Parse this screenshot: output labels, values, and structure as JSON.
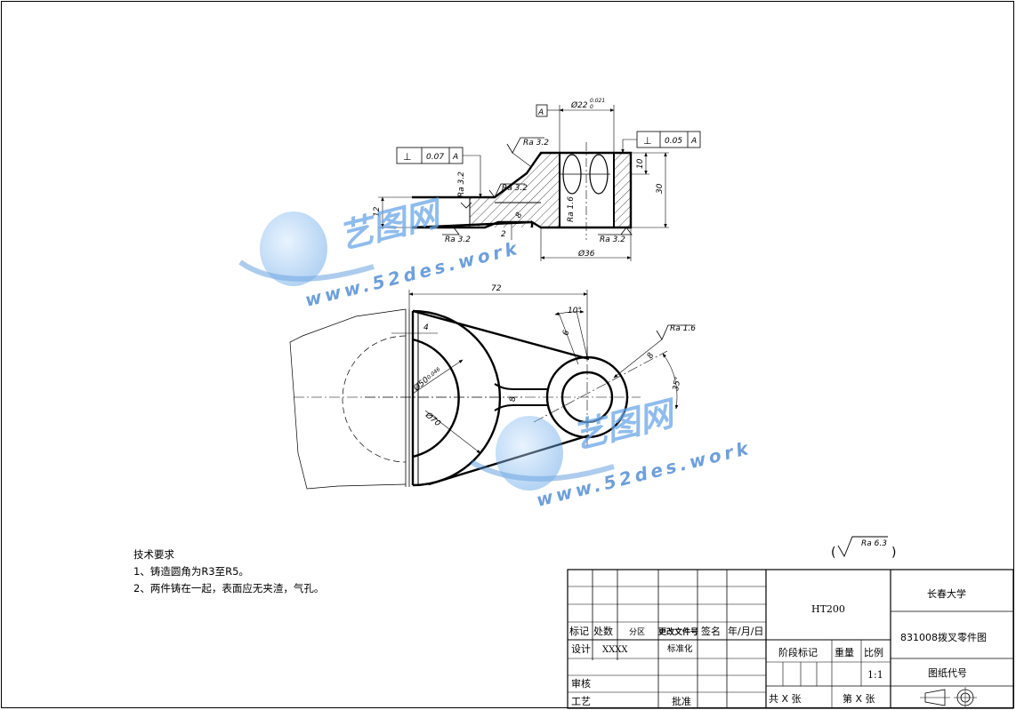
{
  "technical_notes": {
    "heading": "技术要求",
    "items": [
      "1、铸造圆角为R3至R5。",
      "2、两件铸在一起，表面应无夹渣，气孔。"
    ]
  },
  "default_roughness": "Ra 6.3",
  "annotations": {
    "datum_A": "A",
    "bore_dim": "Ø22",
    "bore_tol": "0.021",
    "bore_tol_low": "0",
    "perp_left_sym": "⊥",
    "perp_left_tol": "0.07",
    "perp_left_ref": "A",
    "perp_right_sym": "⊥",
    "perp_right_tol": "0.05",
    "perp_right_ref": "A",
    "ra_top": "Ra 3.2",
    "ra_vert": "Ra 3.2",
    "ra_mid": "Ra 3.2",
    "ra_bore": "Ra 1.6",
    "ra_bottom_left": "Ra 3.2",
    "ra_bottom_right": "Ra 3.2",
    "ra_plan": "Ra 1.6",
    "dim_10": "10",
    "dim_30": "30",
    "dim_12": "12",
    "dim_2": "2",
    "dim_8_sec": "8",
    "dim_36": "Ø36",
    "dim_72": "72",
    "dim_4": "4",
    "dim_10deg": "10°",
    "dim_6": "6",
    "dim_8": "8",
    "dim_35deg": "35°",
    "dim_50": "Ø50",
    "dim_50_tol": "0.046",
    "dim_70": "Ø70",
    "dim_8b": "8"
  },
  "title_block": {
    "material": "HT200",
    "school": "长春大学",
    "part_name": "831008拨叉零件图",
    "drawing_code_label": "图纸代号",
    "stage_label": "阶段标记",
    "weight_label": "重量",
    "scale_label": "比例",
    "scale_value": "1:1",
    "sheets_total": "共 X 张",
    "sheet_no": "第 X 张",
    "rev_headers": [
      "标记",
      "处数",
      "分区",
      "更改文件号",
      "签名",
      "年/月/日"
    ],
    "design_label": "设计",
    "designer": "XXXX",
    "standard_label": "标准化",
    "review_label": "审核",
    "process_label": "工艺",
    "approve_label": "批准"
  },
  "watermark": {
    "brand": "艺图网",
    "url": "www.52des.work"
  }
}
